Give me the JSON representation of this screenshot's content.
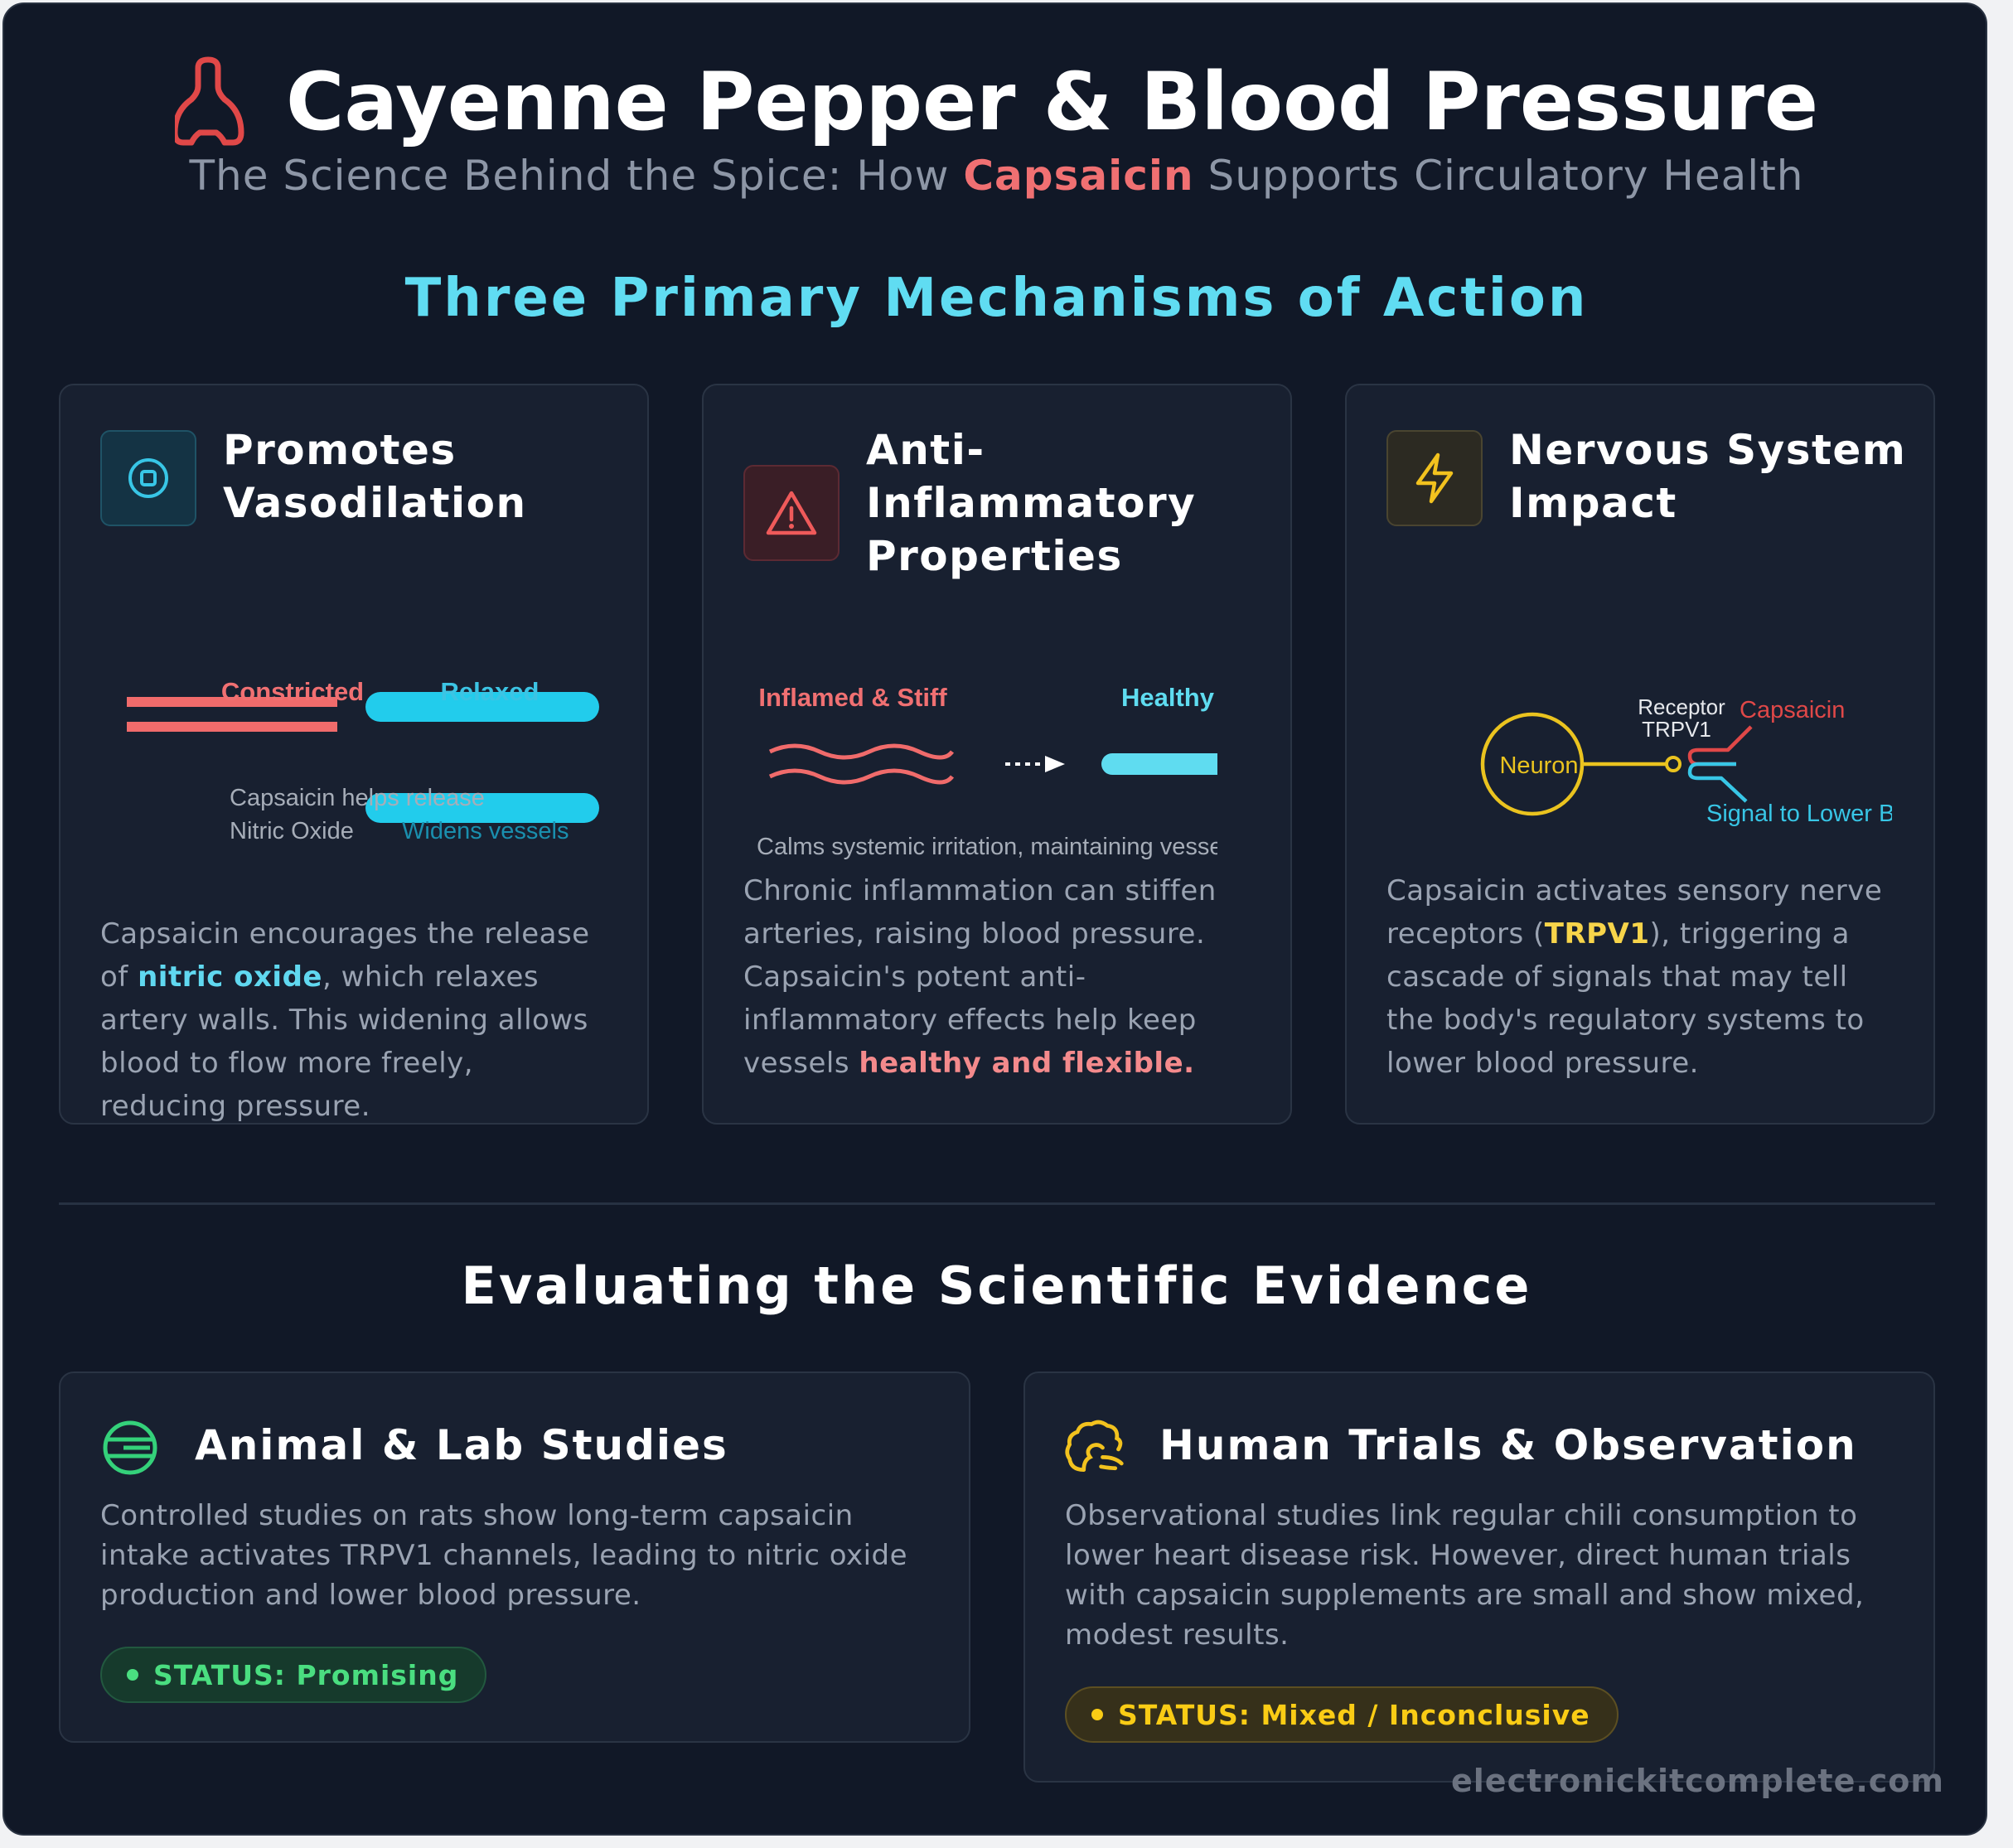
{
  "header": {
    "title": "Cayenne Pepper & Blood Pressure",
    "subtitle_pre": "The Science Behind the Spice: How ",
    "subtitle_highlight": "Capsaicin",
    "subtitle_post": " Supports Circulatory Health",
    "icon": "pepper-icon"
  },
  "mechanisms": {
    "heading": "Three Primary Mechanisms of Action",
    "cards": [
      {
        "title": "Promotes Vasodilation",
        "icon": "vessel-icon",
        "diagram": {
          "left_label": "Constricted",
          "right_label": "Relaxed",
          "caption_line1": "Capsaicin helps release",
          "caption_line2": "Nitric Oxide",
          "caption_right": "Widens vessels"
        },
        "body_pre": "Capsaicin encourages the release of ",
        "body_highlight": "nitric oxide",
        "body_post": ", which relaxes artery walls. This widening allows blood to flow more freely, reducing pressure."
      },
      {
        "title": "Anti-Inflammatory Properties",
        "icon": "alert-triangle-icon",
        "diagram": {
          "left_label": "Inflamed & Stiff",
          "right_label": "Healthy & Flex",
          "caption": "Calms systemic irritation, maintaining vessel"
        },
        "body_pre": "Chronic inflammation can stiffen arteries, raising blood pressure. Capsaicin's potent anti-inflammatory effects help keep vessels ",
        "body_highlight": "healthy and flexible."
      },
      {
        "title": "Nervous System Impact",
        "icon": "lightning-icon",
        "diagram": {
          "neuron_label": "Neuron",
          "receptor_label_1": "Receptor",
          "receptor_label_2": "TRPV1",
          "capsaicin_label": "Capsaicin",
          "signal_label": "Signal to Lower BP"
        },
        "body_pre": "Capsaicin activates sensory nerve receptors (",
        "body_highlight": "TRPV1",
        "body_post": "), triggering a cascade of signals that may tell the body's regulatory systems to lower blood pressure."
      }
    ]
  },
  "evidence": {
    "heading": "Evaluating the Scientific Evidence",
    "cards": [
      {
        "title": "Animal & Lab Studies",
        "icon": "lab-icon",
        "body": "Controlled studies on rats show long-term capsaicin intake activates TRPV1 channels, leading to nitric oxide production and lower blood pressure.",
        "status": "STATUS: Promising",
        "status_color": "#4ade80"
      },
      {
        "title": "Human Trials & Observation",
        "icon": "brain-icon",
        "body": "Observational studies link regular chili consumption to lower heart disease risk. However, direct human trials with capsaicin supplements are small and show mixed, modest results.",
        "status": "STATUS: Mixed / Inconclusive",
        "status_color": "#facc15"
      }
    ]
  },
  "footer": {
    "watermark": "electronickitcomplete.com"
  },
  "colors": {
    "background": "#111827",
    "card": "#182030",
    "accent_cyan": "#5fdcf0",
    "accent_red": "#f07072",
    "accent_yellow": "#f7d44a"
  }
}
